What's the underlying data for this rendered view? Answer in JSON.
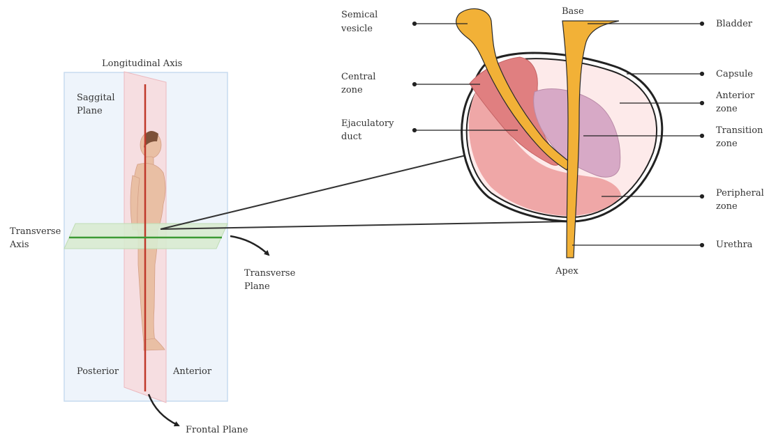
{
  "anatomy_figure": {
    "labels": {
      "longitudinal_axis": "Longitudinal Axis",
      "saggital_plane": [
        "Saggital",
        "Plane"
      ],
      "transverse_axis": [
        "Transverse",
        "Axis"
      ],
      "transverse_plane": [
        "Transverse",
        "Plane"
      ],
      "posterior": "Posterior",
      "anterior": "Anterior",
      "frontal_plane": "Frontal Plane"
    }
  },
  "prostate_figure": {
    "labels": {
      "base": "Base",
      "apex": "Apex",
      "semical_vesicle": [
        "Semical",
        "vesicle"
      ],
      "central_zone": [
        "Central",
        "zone"
      ],
      "ejaculatory_duct": [
        "Ejaculatory",
        "duct"
      ],
      "bladder": "Bladder",
      "capsule": "Capsule",
      "anterior_zone": [
        "Anterior",
        "zone"
      ],
      "transition_zone": [
        "Transition",
        "zone"
      ],
      "peripheral_zone": [
        "Peripheral",
        "zone"
      ],
      "urethra": "Urethra"
    }
  },
  "colors": {
    "background": "#ffffff",
    "frontal_plane_fill": "#eef4fb",
    "frontal_plane_edge": "#c7dbef",
    "sagittal_plane_fill": "#f7d9dc",
    "transverse_plane_fill": "#d8ebd0",
    "longitudinal_axis_line": "#c0392b",
    "transverse_axis_line": "#3c9a34",
    "skin": "#e9bfa4",
    "capsule_outline": "#222222",
    "anterior_zone": "#fdeaea",
    "peripheral_zone": "#efa7a7",
    "central_zone": "#e07f80",
    "transition_zone": "#d7a9c6",
    "urethra": "#f2b137",
    "label_text": "#333333"
  }
}
